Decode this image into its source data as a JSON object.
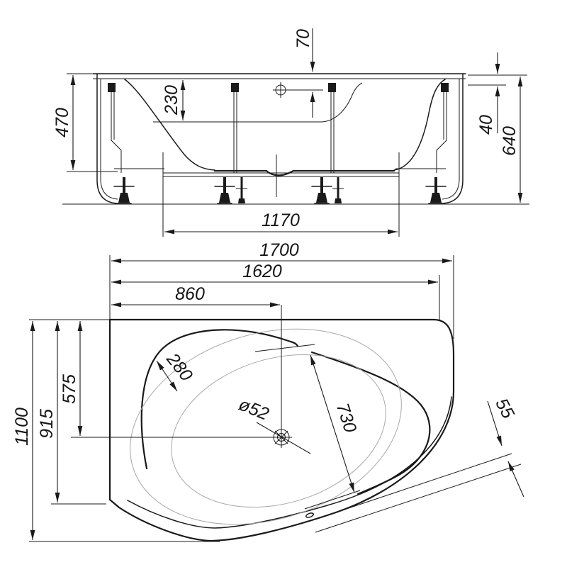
{
  "drawing": {
    "kind": "bathtub technical installation drawing",
    "views": {
      "top": "side elevation",
      "bottom": "plan view"
    }
  },
  "side": {
    "d70": "70",
    "d230": "230",
    "d470": "470",
    "d40": "40",
    "d640": "640",
    "d1170": "1170"
  },
  "plan": {
    "d1700": "1700",
    "d1620": "1620",
    "d860": "860",
    "d1100": "1100",
    "d915": "915",
    "d575": "575",
    "d280": "280",
    "d730": "730",
    "d52": "ø52",
    "d55": "55"
  }
}
